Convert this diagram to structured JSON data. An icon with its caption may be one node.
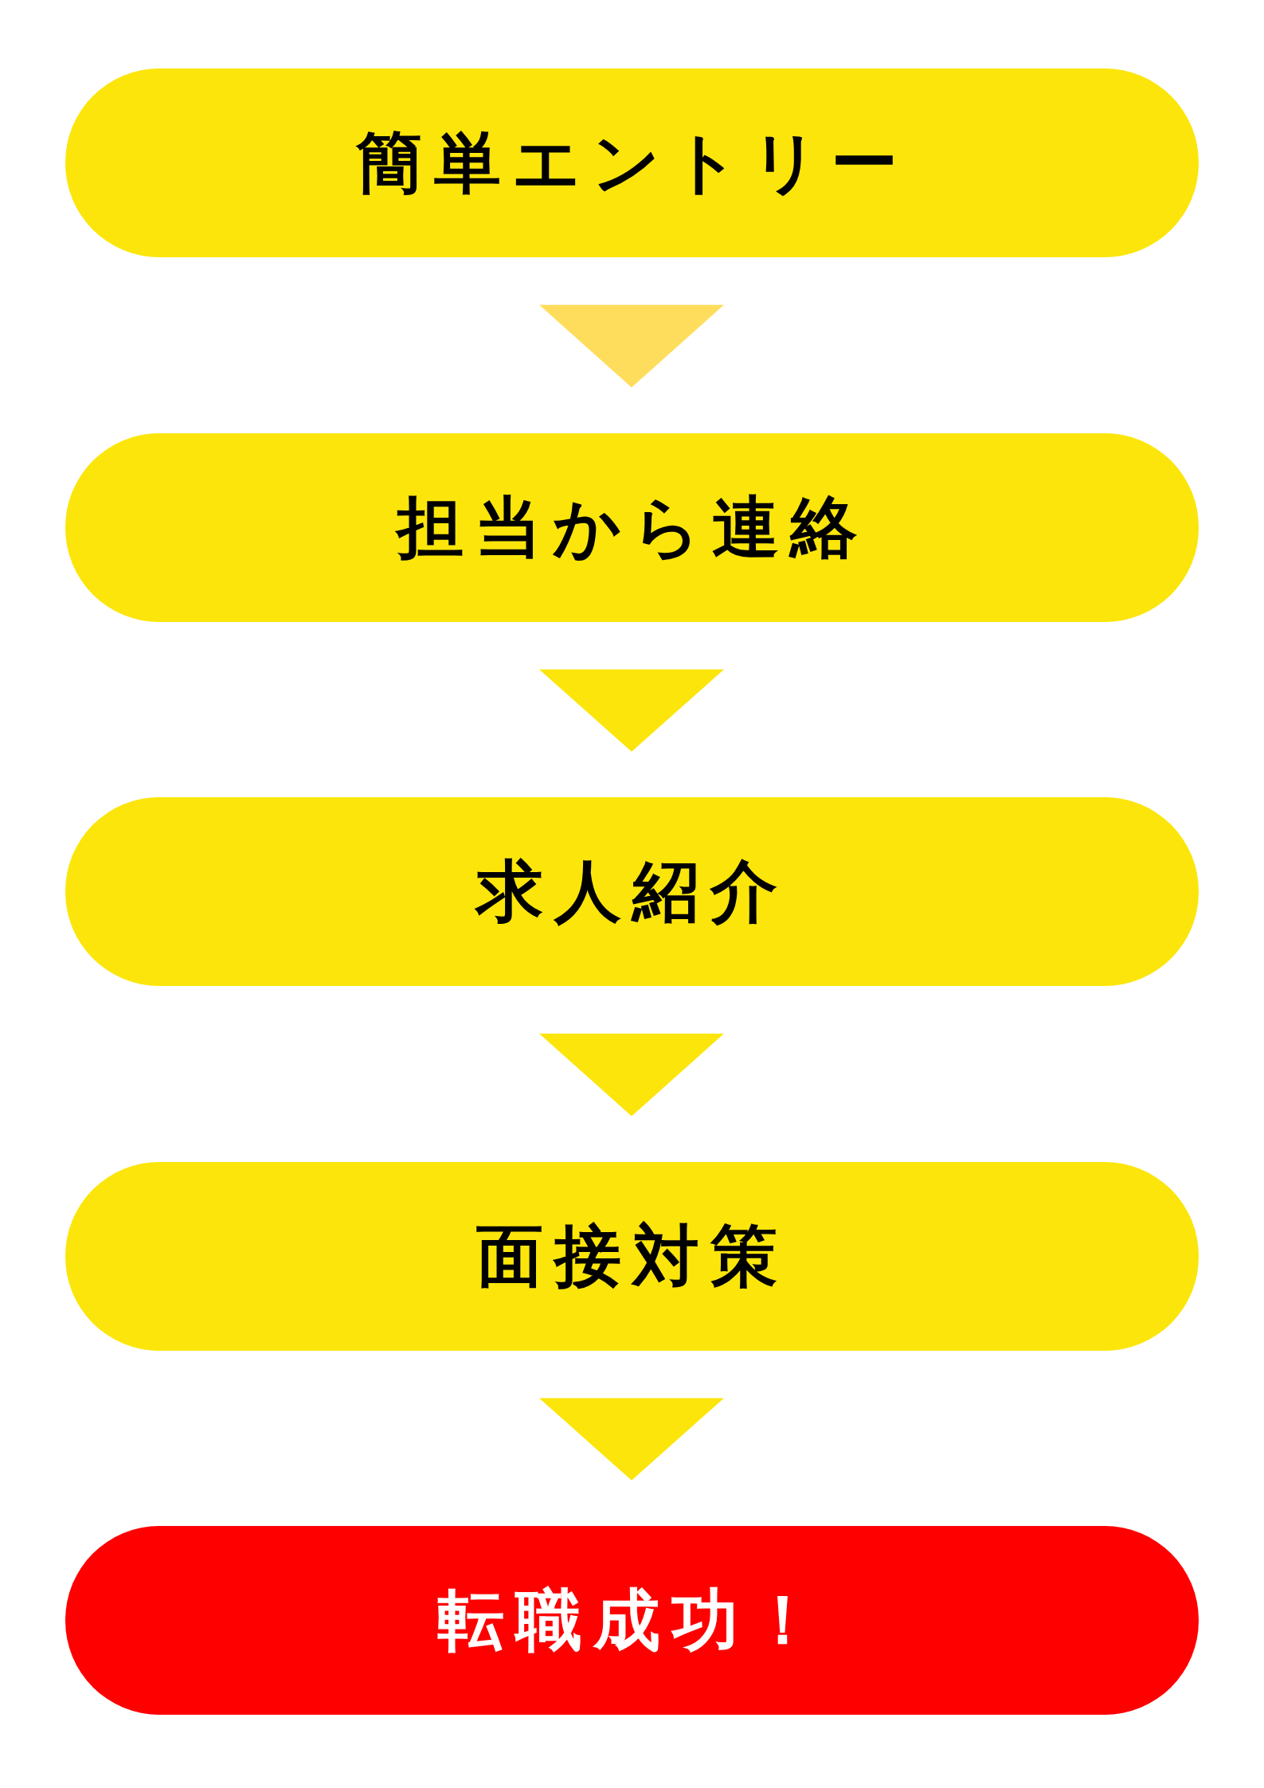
{
  "diagram": {
    "nodes": [
      {
        "text": [
          "簡単エントリー"
        ]
      },
      {
        "text": [
          "担当から連絡"
        ]
      },
      {
        "text": [
          "求人紹介"
        ]
      },
      {
        "text": [
          "面接対策"
        ]
      },
      {
        "text": [
          "転職成功！"
        ]
      }
    ],
    "edges": [
      {
        "from": 0,
        "to": 1,
        "arrow": "to",
        "color": "#ffdd5c"
      },
      {
        "from": 1,
        "to": 2,
        "arrow": "to"
      },
      {
        "from": 2,
        "to": 3,
        "arrow": "to"
      },
      {
        "from": 3,
        "to": 4,
        "arrow": "to"
      }
    ]
  }
}
